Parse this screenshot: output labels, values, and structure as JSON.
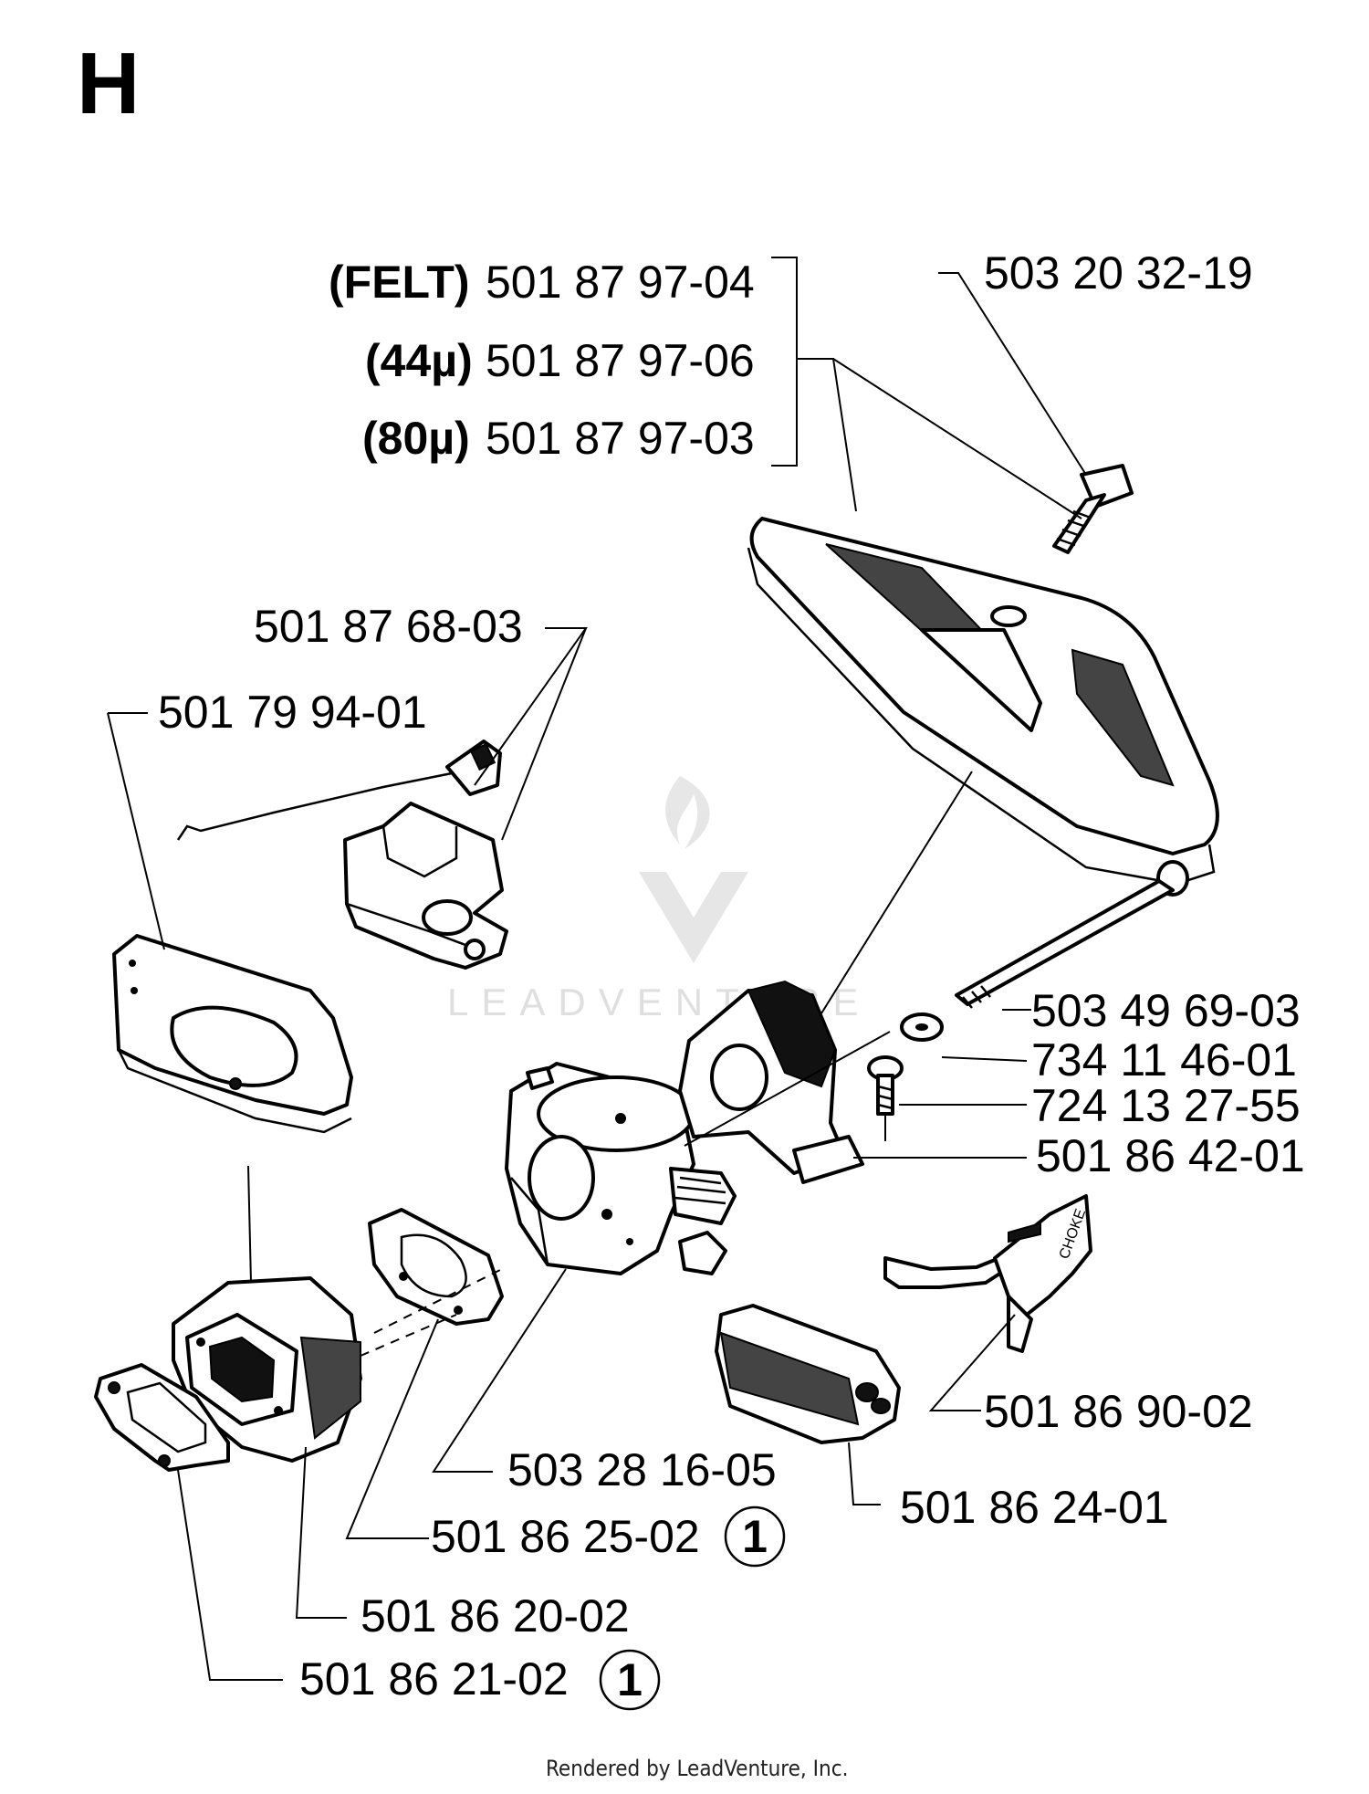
{
  "section_letter": "H",
  "footer": "Rendered by LeadVenture, Inc.",
  "watermark": "LEADVENTURE",
  "callouts": {
    "felt_note": "(FELT)",
    "felt_part": "501 87 97-04",
    "mesh44_note": "(44µ)",
    "mesh44_part": "501 87 97-06",
    "mesh80_note": "(80µ)",
    "mesh80_part": "501 87 97-03",
    "bolt": "503 20 32-19",
    "choke_link": "501 87 68-03",
    "plate": "501 79 94-01",
    "long_bolt": "503 49 69-03",
    "washer": "734 11 46-01",
    "screw": "724 13 27-55",
    "filter_holder": "501 86 42-01",
    "choke_lever": "501 86 90-02",
    "carburetor": "503 28 16-05",
    "carb_gasket": "501 86 25-02",
    "carb_gasket_qty": "1",
    "filter_block": "501 86 24-01",
    "intake": "501 86 20-02",
    "intake_gasket": "501 86 21-02",
    "intake_gasket_qty": "1"
  },
  "choke_decal_text": "CHOKE"
}
